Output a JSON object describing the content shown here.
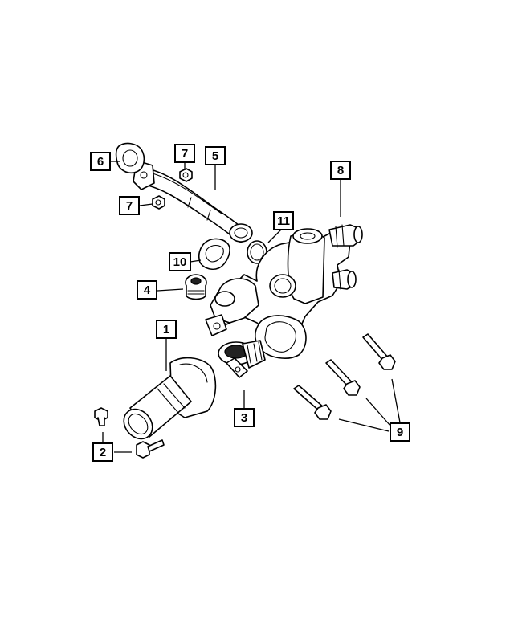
{
  "callouts": [
    {
      "label": "1"
    },
    {
      "label": "2"
    },
    {
      "label": "3"
    },
    {
      "label": "4"
    },
    {
      "label": "5"
    },
    {
      "label": "6"
    },
    {
      "label": "7"
    },
    {
      "label": "7"
    },
    {
      "label": "8"
    },
    {
      "label": "9"
    },
    {
      "label": "10"
    },
    {
      "label": "11"
    }
  ]
}
